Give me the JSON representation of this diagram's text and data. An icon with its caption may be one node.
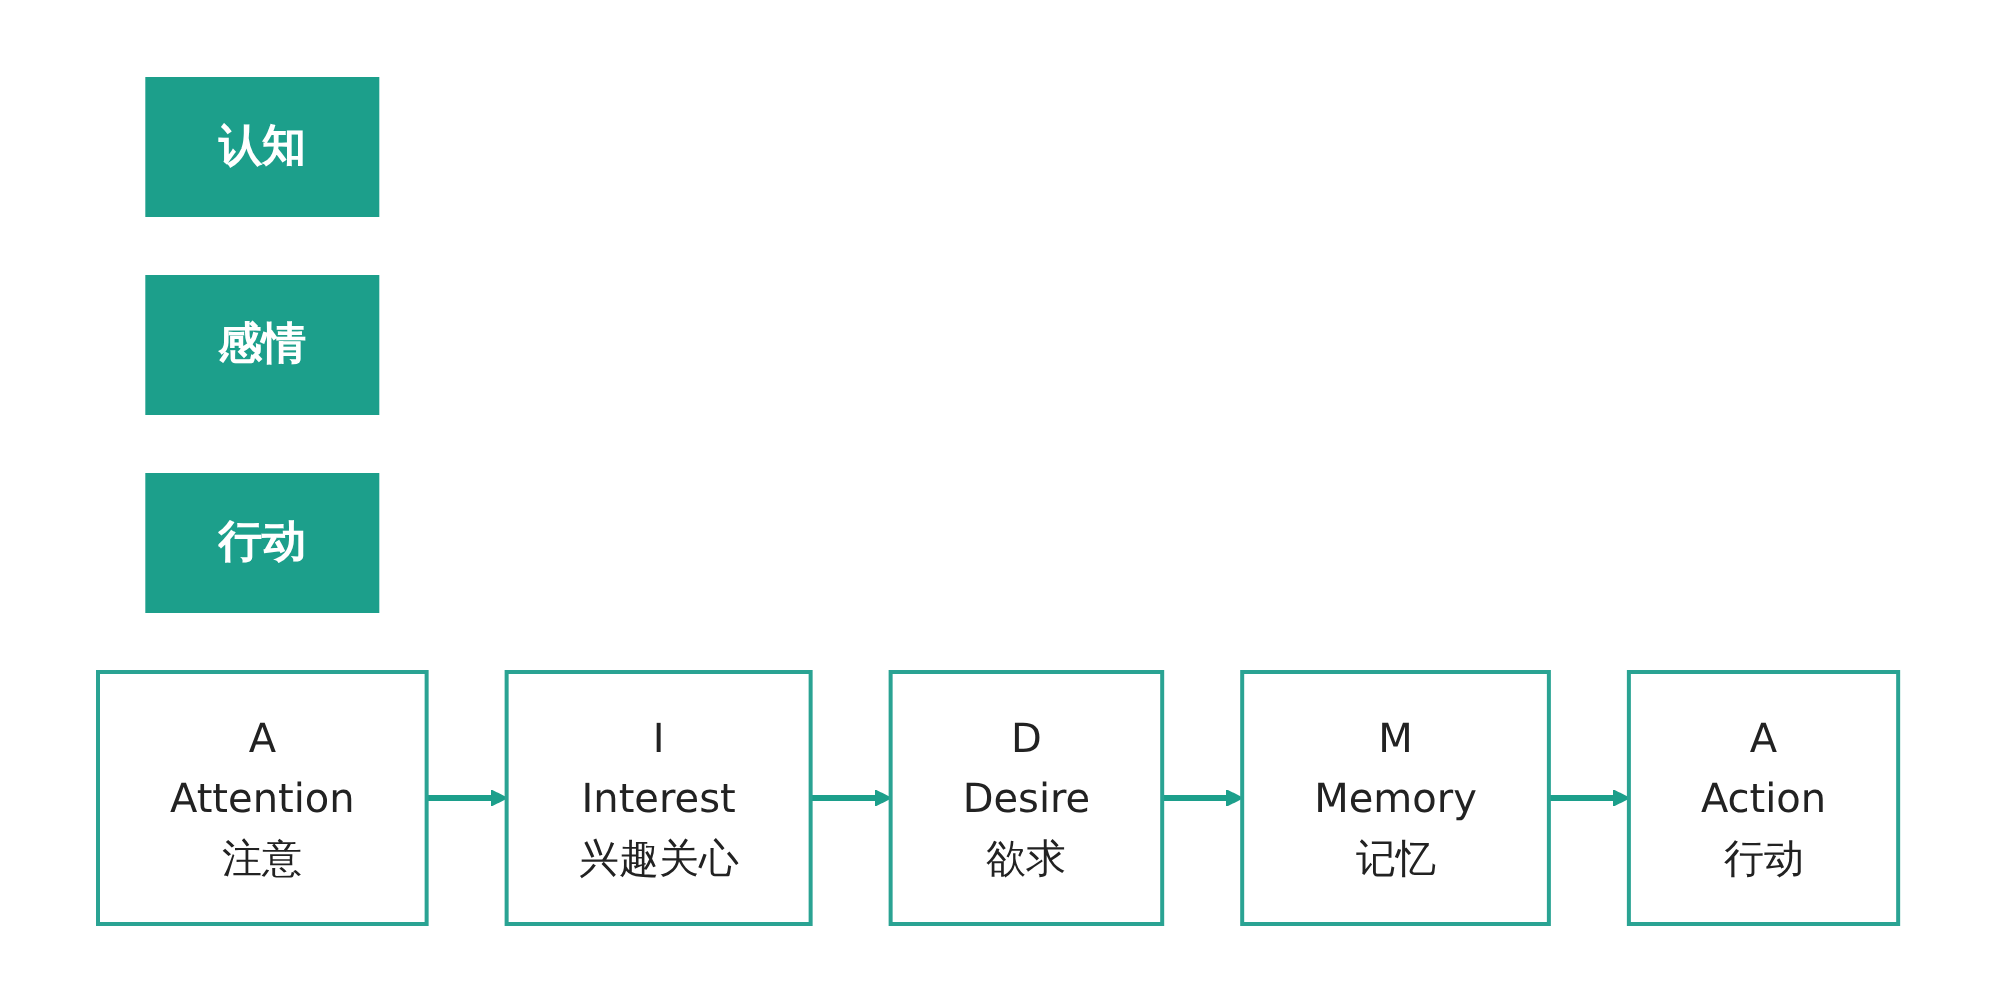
{
  "diagram": {
    "nodes": [
      {
        "text": [
          "认知"
        ]
      },
      {
        "text": [
          "感情"
        ]
      },
      {
        "text": [
          "行动"
        ]
      },
      {
        "text": [
          "A",
          "Attention",
          "注意"
        ]
      },
      {
        "text": [
          "I",
          "Interest",
          "兴趣关心"
        ]
      },
      {
        "text": [
          "D",
          "Desire",
          "欲求"
        ]
      },
      {
        "text": [
          "M",
          "Memory",
          "记忆"
        ]
      },
      {
        "text": [
          "A",
          "Action",
          "行动"
        ]
      }
    ],
    "edges": [
      {
        "from": 3,
        "to": 4,
        "arrow": "to"
      },
      {
        "from": 4,
        "to": 5,
        "arrow": "to"
      },
      {
        "from": 5,
        "to": 6,
        "arrow": "to"
      },
      {
        "from": 6,
        "to": 7,
        "arrow": "to"
      }
    ]
  }
}
